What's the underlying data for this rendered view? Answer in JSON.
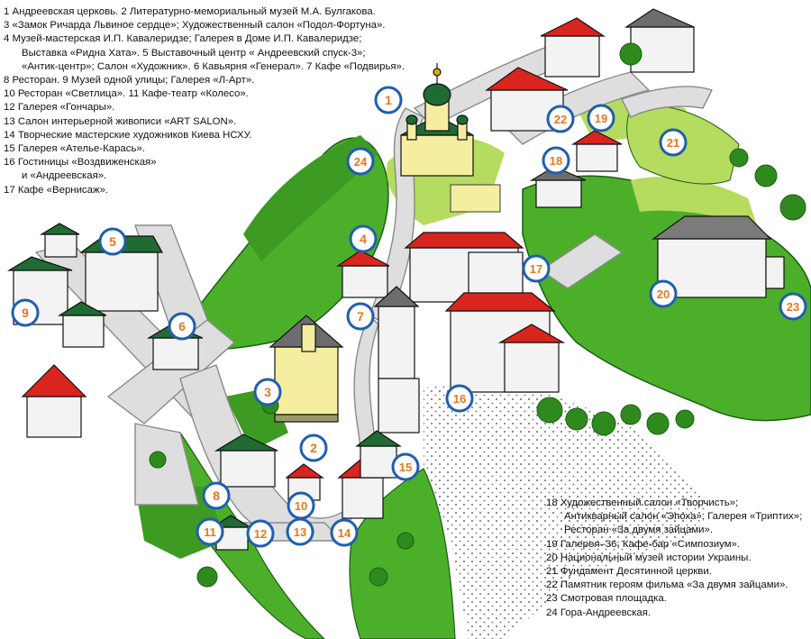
{
  "legend_left": [
    {
      "text": "1 Андреевская церковь. 2 Литературно-мемориальный музей М.А. Булгакова.",
      "indent": false
    },
    {
      "text": "3 «Замок Ричарда Львиное сердце»; Художественный салон «Подол-Фортуна».",
      "indent": false
    },
    {
      "text": "4 Музей-мастерская И.П. Кавалеридзе; Галерея в Доме И.П. Кавалеридзе;",
      "indent": false
    },
    {
      "text": "Выставка «Ридна Хата». 5 Выставочный центр « Андреевский спуск-3»;",
      "indent": true
    },
    {
      "text": "«Антик-центр»; Салон «Художник». 6 Кавьярня «Генерал». 7 Кафе «Подвирья».",
      "indent": true
    },
    {
      "text": "8 Ресторан. 9 Музей одной улицы; Галерея «Л-Арт».",
      "indent": false
    },
    {
      "text": "10 Ресторан «Светлица». 11 Кафе-театр «Колесо».",
      "indent": false
    },
    {
      "text": "12 Галерея «Гончары».",
      "indent": false
    },
    {
      "text": "13 Салон интерьерной живописи «ART SALON».",
      "indent": false
    },
    {
      "text": "14 Творческие мастерские художников Киева НСХУ.",
      "indent": false
    },
    {
      "text": "15 Галерея «Ателье-Карась».",
      "indent": false
    },
    {
      "text": "16 Гостиницы «Воздвиженская»",
      "indent": false
    },
    {
      "text": "и «Андреевская».",
      "indent": true
    },
    {
      "text": "17 Кафе «Вернисаж».",
      "indent": false
    }
  ],
  "legend_right": [
    {
      "text": "18 Художественный салон «Творчисть»;",
      "indent": false
    },
    {
      "text": "Антикварный салон «Эпоха»; Галерея «Триптих»;",
      "indent": true
    },
    {
      "text": "Ресторан «За двумя зайцами».",
      "indent": true
    },
    {
      "text": "19 Галерея–36; Кафе-бар «Симпозиум».",
      "indent": false
    },
    {
      "text": "20 Национальный музей истории Украины.",
      "indent": false
    },
    {
      "text": "21 Фундамент Десятинной церкви.",
      "indent": false
    },
    {
      "text": "22 Памятник героям фильма «За двумя зайцами».",
      "indent": false
    },
    {
      "text": "23 Смотровая площадка.",
      "indent": false
    },
    {
      "text": "24 Гора-Андреевская.",
      "indent": false
    }
  ],
  "markers": [
    "1",
    "2",
    "3",
    "4",
    "5",
    "6",
    "7",
    "8",
    "9",
    "10",
    "11",
    "12",
    "13",
    "14",
    "15",
    "16",
    "17",
    "18",
    "19",
    "20",
    "21",
    "22",
    "23",
    "24"
  ],
  "colors": {
    "marker_fill": "#ffffff",
    "marker_ring": "#1f5fb0",
    "marker_text": "#e8761e",
    "green": "#4caf2a",
    "light_green": "#b5dc5e",
    "road": "#dedede",
    "roof_red": "#d8261e",
    "roof_green": "#1f6b33",
    "wall": "#f3f3f3",
    "church_yellow": "#f5eea0"
  }
}
